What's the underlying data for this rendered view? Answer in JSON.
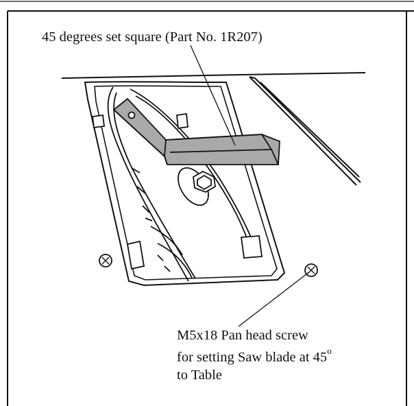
{
  "callouts": {
    "set_square": "45 degrees set square (Part No. 1R207)",
    "screw_line1": "M5x18 Pan head screw",
    "screw_line2": "for setting Saw blade at 45",
    "screw_degree": "o",
    "screw_line3": "to Table"
  },
  "colors": {
    "line": "#111111",
    "square_fill": "#a9a9a9",
    "background": "#ffffff"
  }
}
